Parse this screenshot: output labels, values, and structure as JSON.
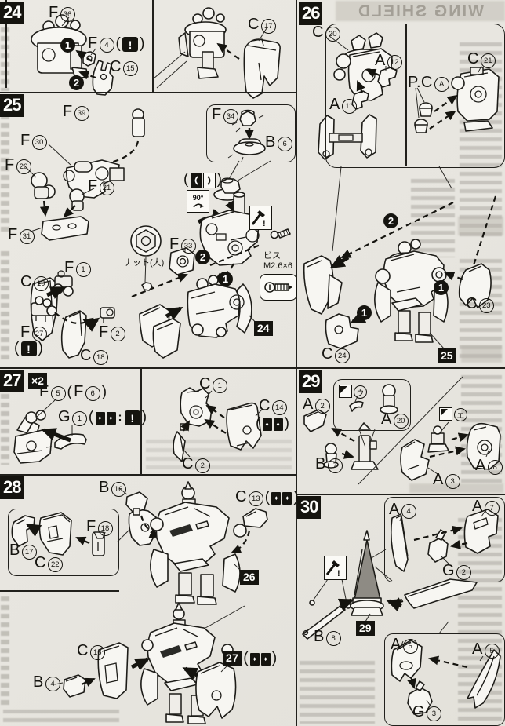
{
  "texts": {
    "wing_shield": "WING SHIELD",
    "nut_label": "ナット(大)",
    "screw_name": "ビス",
    "screw_size": "M2.6×6"
  },
  "badges": {
    "s24": "24",
    "s25": "25",
    "s26": "26",
    "s27": "27",
    "s28": "28",
    "s29": "29",
    "s30": "30",
    "x2": "×2"
  },
  "refs": {
    "r24": "24",
    "r25": "25",
    "r26": "26",
    "r27": "27",
    "r29": "29"
  },
  "order_nums": {
    "n1": "1",
    "n2": "2"
  },
  "icons": {
    "warn": "!",
    "diamond": "♦",
    "deg90": "90°",
    "pc_label": "P.C"
  },
  "punct": {
    "op": "(",
    "cp": ")",
    "colon": ":"
  },
  "kana": {
    "u": "ウ",
    "e": "エ",
    "a": "A"
  },
  "parts": {
    "f36": {
      "l": "F",
      "n": "36"
    },
    "f4": {
      "l": "F",
      "n": "4"
    },
    "c15": {
      "l": "C",
      "n": "15"
    },
    "c17": {
      "l": "C",
      "n": "17"
    },
    "f39": {
      "l": "F",
      "n": "39"
    },
    "f30": {
      "l": "F",
      "n": "30"
    },
    "f20": {
      "l": "F",
      "n": "20"
    },
    "f21": {
      "l": "F",
      "n": "21"
    },
    "f31": {
      "l": "F",
      "n": "31"
    },
    "f34": {
      "l": "F",
      "n": "34"
    },
    "b6": {
      "l": "B",
      "n": "6"
    },
    "f33": {
      "l": "F",
      "n": "33"
    },
    "f1": {
      "l": "F",
      "n": "1"
    },
    "f27": {
      "l": "F",
      "n": "27"
    },
    "f2": {
      "l": "F",
      "n": "2"
    },
    "c19": {
      "l": "C",
      "n": "19"
    },
    "c18": {
      "l": "C",
      "n": "18"
    },
    "f5": {
      "l": "F",
      "n": "5"
    },
    "f6": {
      "l": "F",
      "n": "6"
    },
    "g1": {
      "l": "G",
      "n": "1"
    },
    "c1": {
      "l": "C",
      "n": "1"
    },
    "c14": {
      "l": "C",
      "n": "14"
    },
    "c2": {
      "l": "C",
      "n": "2"
    },
    "b17": {
      "l": "B",
      "n": "17"
    },
    "c22": {
      "l": "C",
      "n": "22"
    },
    "f18": {
      "l": "F",
      "n": "18"
    },
    "b16": {
      "l": "B",
      "n": "16"
    },
    "c13": {
      "l": "C",
      "n": "13"
    },
    "c16": {
      "l": "C",
      "n": "16"
    },
    "b4": {
      "l": "B",
      "n": "4"
    },
    "c20": {
      "l": "C",
      "n": "20"
    },
    "a12": {
      "l": "A",
      "n": "12"
    },
    "a11": {
      "l": "A",
      "n": "11"
    },
    "c21": {
      "l": "C",
      "n": "21"
    },
    "c23": {
      "l": "C",
      "n": "23"
    },
    "c24": {
      "l": "C",
      "n": "24"
    },
    "a2": {
      "l": "A",
      "n": "2"
    },
    "b7": {
      "l": "B",
      "n": "7"
    },
    "a20": {
      "l": "A",
      "n": "20"
    },
    "a3": {
      "l": "A",
      "n": "3"
    },
    "a8": {
      "l": "A",
      "n": "8"
    },
    "a4": {
      "l": "A",
      "n": "4"
    },
    "a7": {
      "l": "A",
      "n": "7"
    },
    "g2": {
      "l": "G",
      "n": "2"
    },
    "b8": {
      "l": "B",
      "n": "8"
    },
    "a6": {
      "l": "A",
      "n": "6"
    },
    "a5": {
      "l": "A",
      "n": "5"
    },
    "g3": {
      "l": "G",
      "n": "3"
    }
  }
}
